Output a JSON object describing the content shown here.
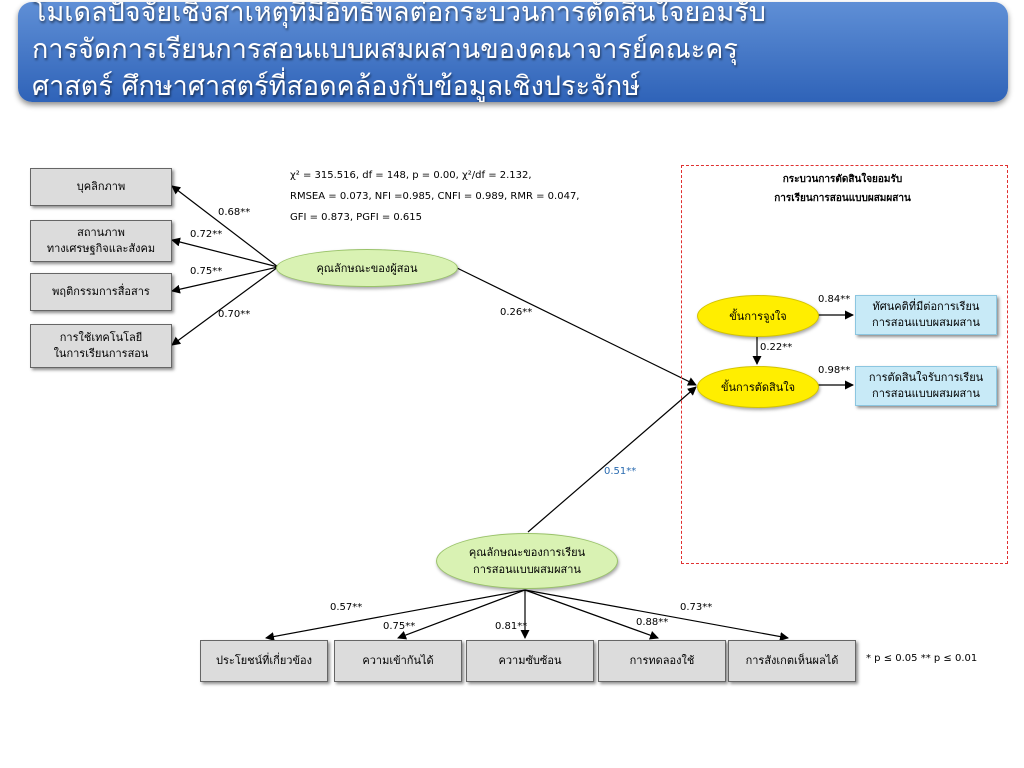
{
  "title": "โมเดลปัจจัยเชิงสาเหตุที่มีอิทธิพลต่อกระบวนการตัดสินใจยอมรับ\nการจัดการเรียนการสอนแบบผสมผสานของคณาจารย์คณะครุ\nศาสตร์ ศึกษาศาสตร์ที่สอดคล้องกับข้อมูลเชิงประจักษ์",
  "fit_stats": {
    "line1": "χ² = 315.516, df = 148, p = 0.00, χ²/df = 2.132,",
    "line2": "RMSEA = 0.073, NFI =0.985, CNFI = 0.989, RMR = 0.047,",
    "line3": "GFI = 0.873, PGFI = 0.615"
  },
  "process_title": "กระบวนการตัดสินใจยอมรับ\nการเรียนการสอนแบบผสมผสาน",
  "instructor": {
    "latent": "คุณลักษณะของผู้สอน",
    "indicators": [
      {
        "label": "บุคลิกภาพ",
        "loading": "0.68**"
      },
      {
        "label": "สถานภาพ\nทางเศรษฐกิจและสังคม",
        "loading": "0.72**"
      },
      {
        "label": "พฤติกรรมการสื่อสาร",
        "loading": "0.75**"
      },
      {
        "label": "การใช้เทคโนโลยี\nในการเรียนการสอน",
        "loading": "0.70**"
      }
    ]
  },
  "blended": {
    "latent": "คุณลักษณะของการเรียน\nการสอนแบบผสมผสาน",
    "indicators": [
      {
        "label": "ประโยชน์ที่เกี่ยวข้อง",
        "loading": "0.57**"
      },
      {
        "label": "ความเข้ากันได้",
        "loading": "0.75**"
      },
      {
        "label": "ความซับซ้อน",
        "loading": "0.81**"
      },
      {
        "label": "การทดลองใช้",
        "loading": "0.88**"
      },
      {
        "label": "การสังเกตเห็นผลได้",
        "loading": "0.73**"
      }
    ]
  },
  "persuasion": {
    "label": "ขั้นการจูงใจ",
    "indicator": "ทัศนคติที่มีต่อการเรียน\nการสอนแบบผสมผสาน",
    "loading": "0.84**"
  },
  "decision": {
    "label": "ขั้นการตัดสินใจ",
    "indicator": "การตัดสินใจรับการเรียน\nการสอนแบบผสมผสาน",
    "loading": "0.98**"
  },
  "paths": {
    "instructor_to_decision": "0.26**",
    "blended_to_decision": "0.51**",
    "persuasion_to_decision": "0.22**"
  },
  "legend": "* p ≤ 0.05     ** p ≤ 0.01",
  "colors": {
    "banner": "#3a6fc4",
    "latent_green": "#d9f2b3",
    "stage_yellow": "#ffee00",
    "indicator_gray": "#dcdcdc",
    "indicator_blue": "#c8eaf7",
    "dashed_border": "#e03030",
    "highlight_label": "#2a6bb0"
  }
}
